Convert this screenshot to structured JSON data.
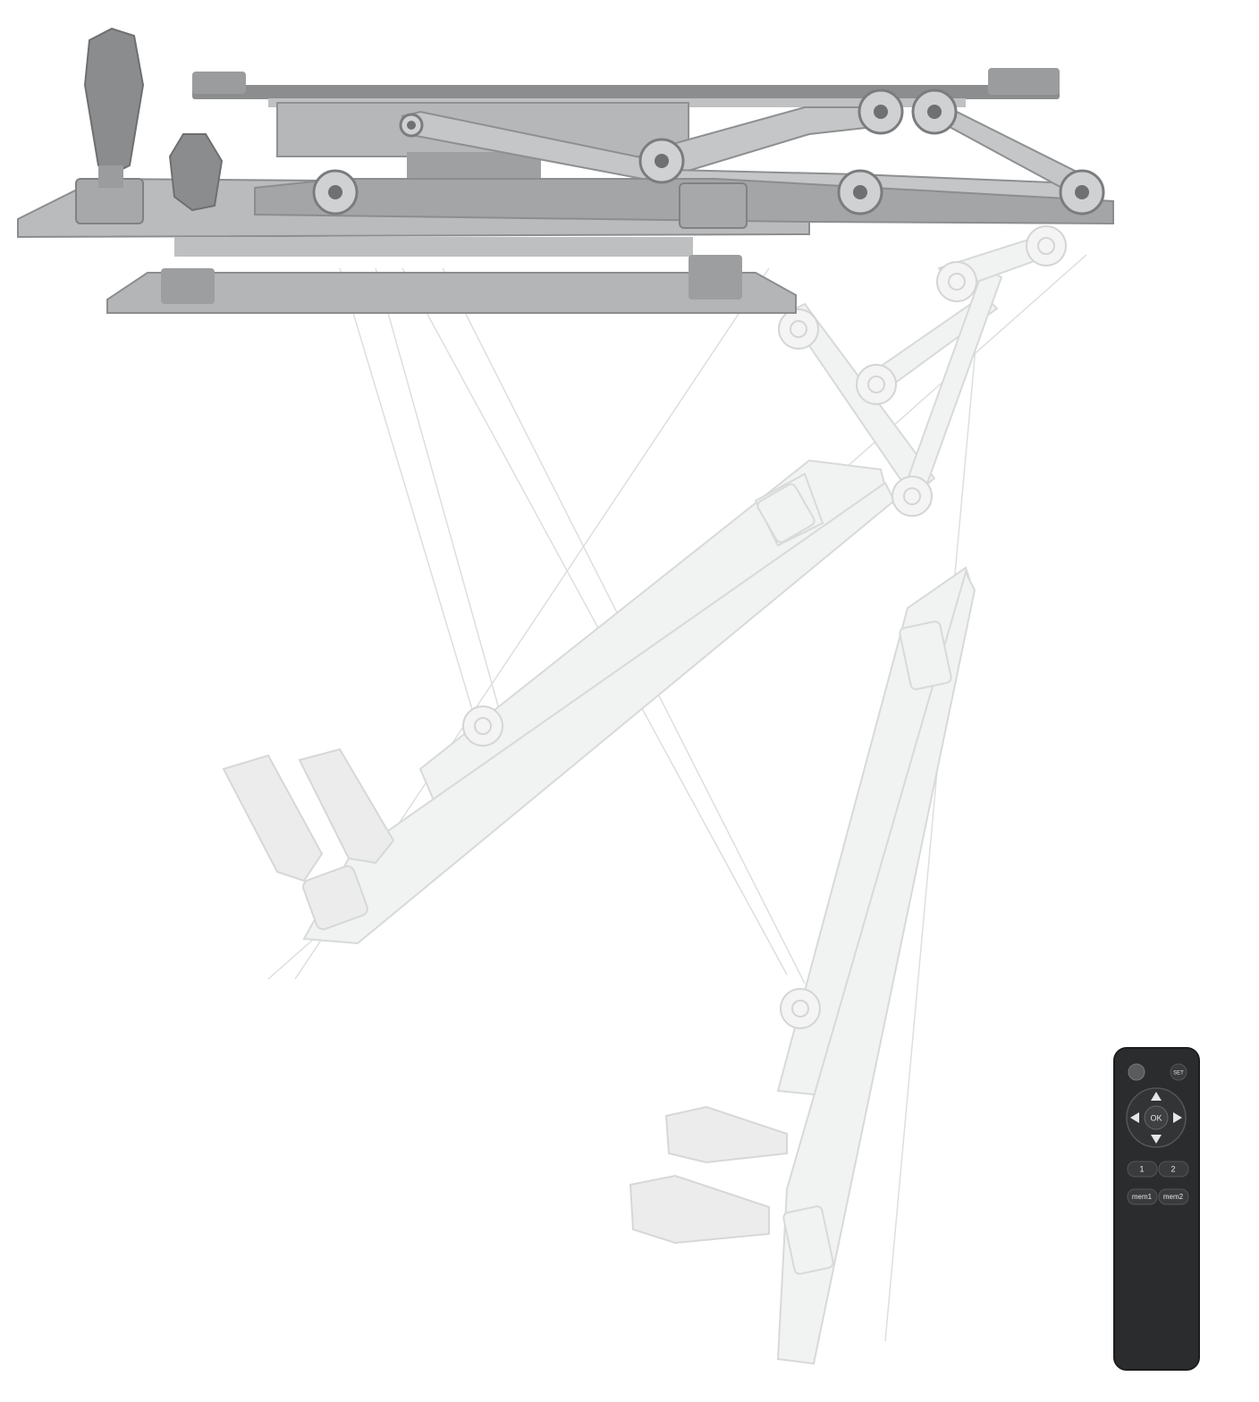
{
  "product": {
    "colors": {
      "metal": "#a9abac",
      "metal_dark": "#7c7e80",
      "metal_light": "#cfd1d2",
      "ghost": "#e9eaeb",
      "ghost_stroke": "#d8d9da",
      "handle": "#8d8f91",
      "remote_body": "#2b2c2e",
      "remote_button": "#3a3b3d"
    }
  },
  "remote": {
    "buttons": {
      "set": "SET",
      "ok": "OK",
      "preset1": "1",
      "preset2": "2",
      "mem1": "mem1",
      "mem2": "mem2"
    },
    "icons": {
      "power": "power-led-icon",
      "up": "arrow-up-icon",
      "down": "arrow-down-icon",
      "left": "arrow-left-icon",
      "right": "arrow-right-icon"
    }
  }
}
